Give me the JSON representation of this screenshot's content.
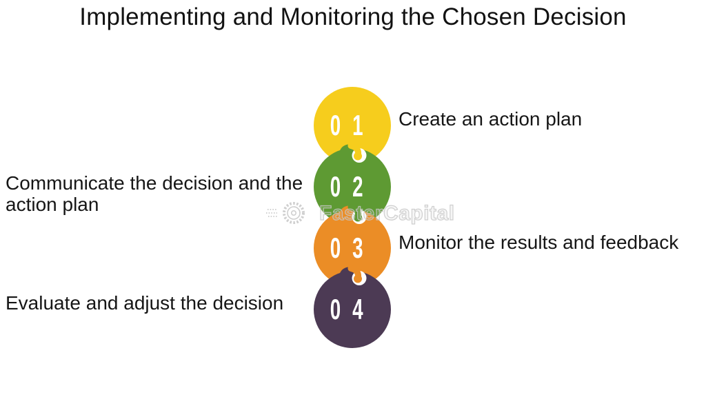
{
  "title": "Implementing and Monitoring the Chosen Decision",
  "watermark": {
    "brand": "FasterCapital"
  },
  "steps": [
    {
      "number": "0 1",
      "label": "Create an action plan",
      "color": "#F6CD1D"
    },
    {
      "number": "0 2",
      "label": "Communicate the decision and the action plan",
      "color": "#5E9A33"
    },
    {
      "number": "0 3",
      "label": "Monitor the results and feedback",
      "color": "#EB8D26"
    },
    {
      "number": "0 4",
      "label": "Evaluate and adjust the decision",
      "color": "#4C3A54"
    }
  ]
}
